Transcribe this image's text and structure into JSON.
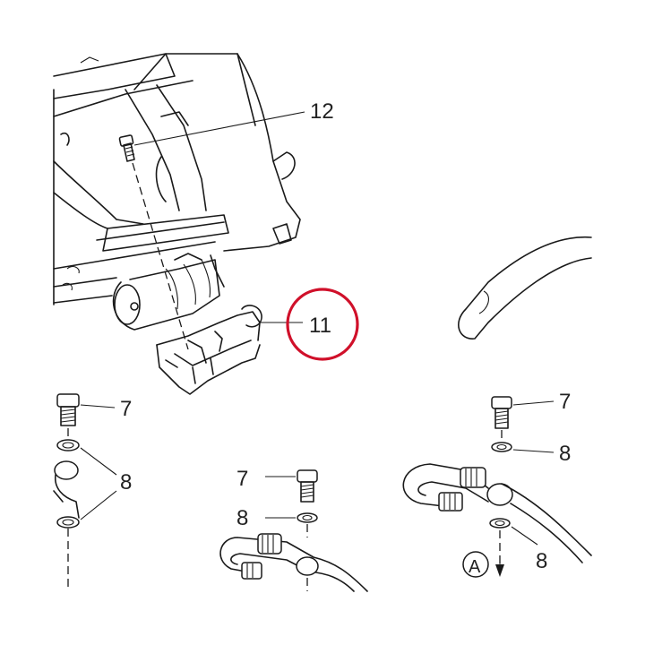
{
  "callouts": {
    "c12": "12",
    "c11": "11",
    "left_7": "7",
    "left_8": "8",
    "mid_7": "7",
    "mid_8": "8",
    "right_7": "7",
    "right_8_top": "8",
    "right_8_bottom": "8",
    "view_a": "A"
  },
  "colors": {
    "highlight_circle": "#d0102a",
    "line": "#1a1a1a",
    "text": "#222222"
  },
  "icons": [
    "bolt-icon",
    "washer-icon",
    "hose-icon",
    "caliper-bracket-icon",
    "lever-icon"
  ]
}
